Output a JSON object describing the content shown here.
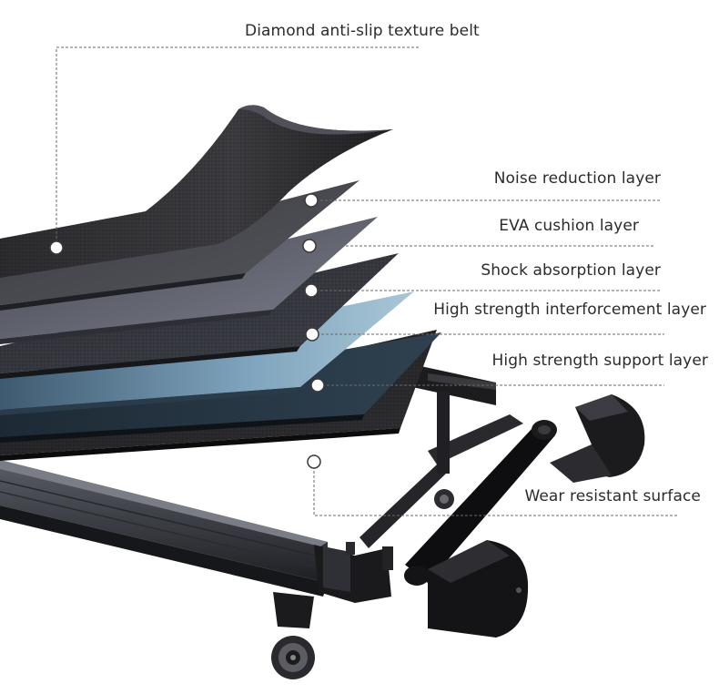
{
  "labels": {
    "diamond_belt": "Diamond anti-slip texture belt",
    "noise_reduction": "Noise reduction layer",
    "eva_cushion": "EVA cushion layer",
    "shock_absorption": "Shock absorption layer",
    "interforcement": "High strength interforcement layer",
    "support": "High strength support layer",
    "wear_resistant": "Wear resistant surface"
  },
  "colors": {
    "leader_line": "#6a6a6a",
    "marker_fill": "#ffffff",
    "text": "#2b2b2b"
  }
}
